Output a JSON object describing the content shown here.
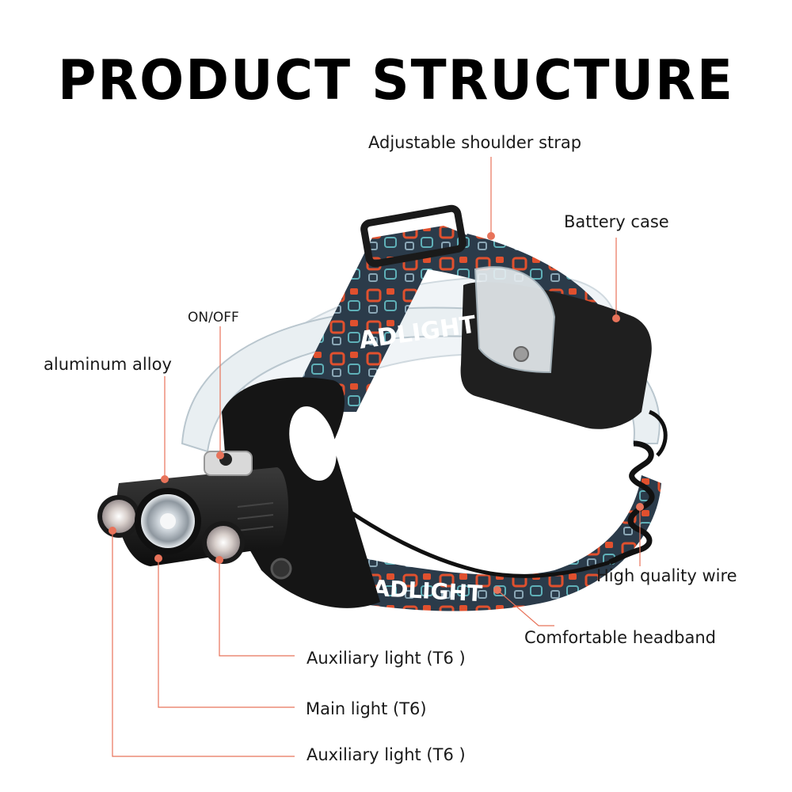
{
  "title": "PRODUCT  STRUCTURE",
  "labels": {
    "strap": "Adjustable shoulder strap",
    "battery": "Battery case",
    "onoff": "ON/OFF",
    "alloy": "aluminum alloy",
    "wire": "High quality wire",
    "headband": "Comfortable headband",
    "aux_right": "Auxiliary light (T6 )",
    "main": "Main light (T6)",
    "aux_left": "Auxiliary light (T6 )"
  },
  "band_text": "ADLIGHT",
  "colors": {
    "callout": "#e8735a",
    "band": "#2b3b4a",
    "pattern": "#e0502e",
    "body": "#1b1b1b"
  }
}
